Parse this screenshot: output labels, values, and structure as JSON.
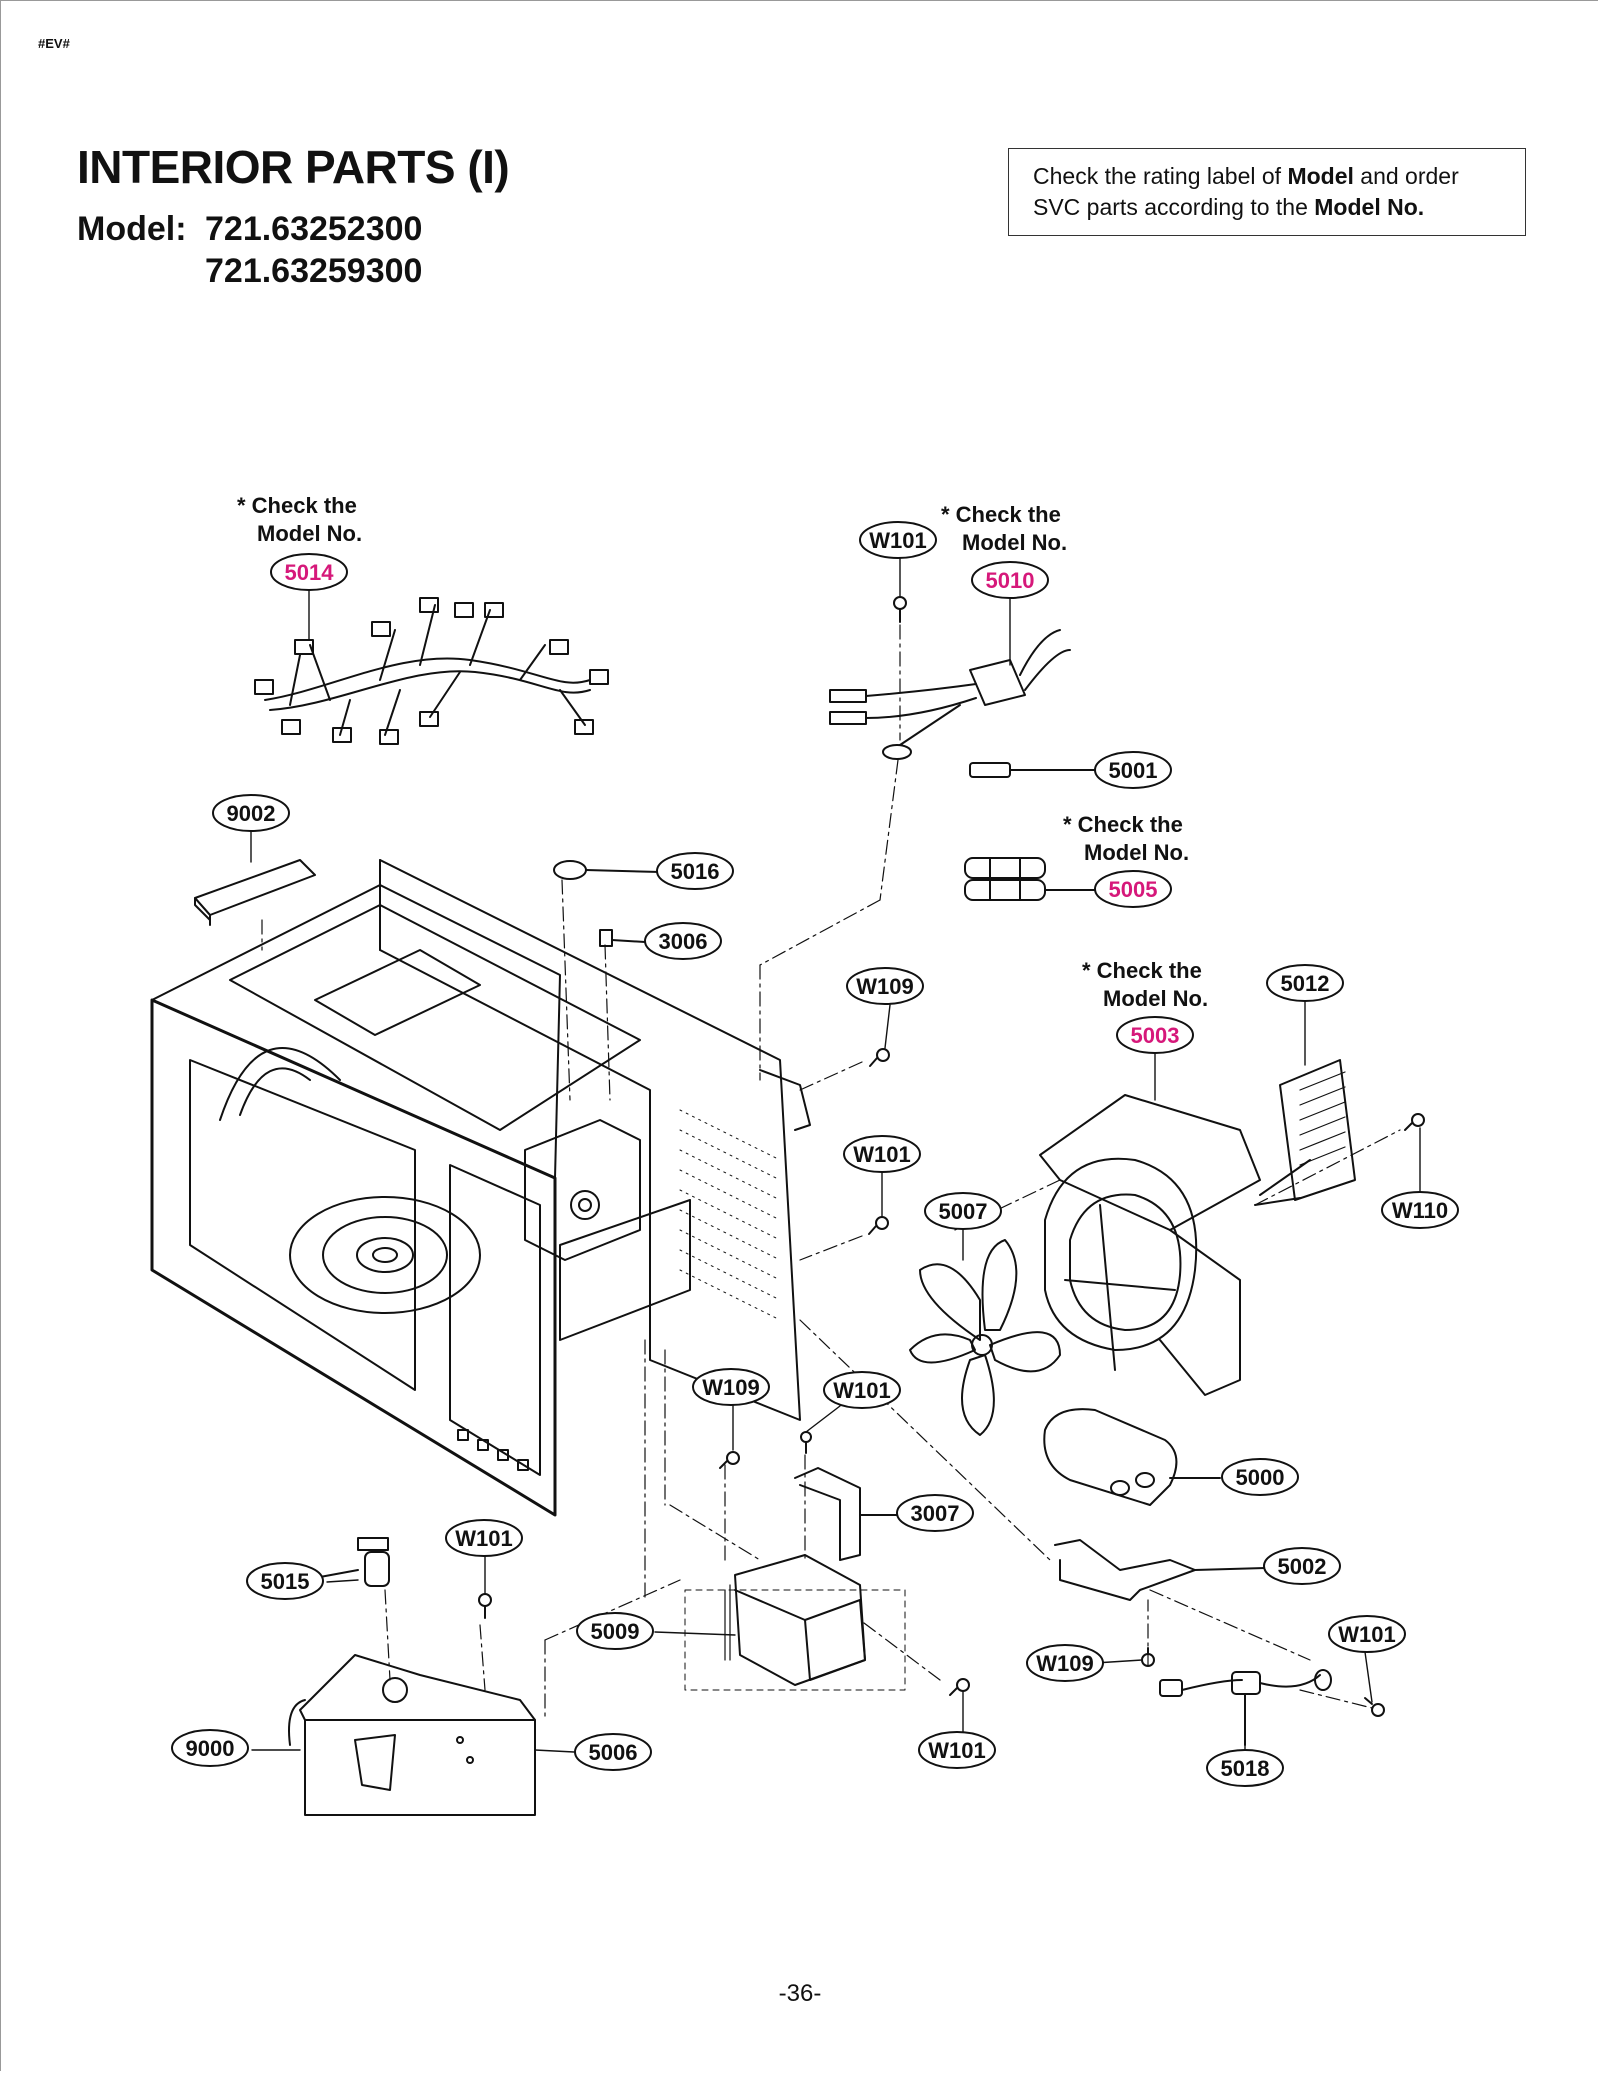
{
  "header": {
    "doc_code": "#EV#",
    "title": "INTERIOR PARTS (I)",
    "model_label": "Model:",
    "models": [
      "721.63252300",
      "721.63259300"
    ]
  },
  "note": {
    "part1": "Check the rating label of ",
    "bold1": "Model",
    "part2": " and order",
    "part3": "SVC parts according to the ",
    "bold2": "Model No."
  },
  "check_note": {
    "line1": "* Check the",
    "line2": "Model No."
  },
  "callouts": [
    {
      "id": "5014",
      "highlight": true
    },
    {
      "id": "W101",
      "highlight": false
    },
    {
      "id": "5010",
      "highlight": true
    },
    {
      "id": "5001",
      "highlight": false
    },
    {
      "id": "9002",
      "highlight": false
    },
    {
      "id": "5016",
      "highlight": false
    },
    {
      "id": "5005",
      "highlight": true
    },
    {
      "id": "3006",
      "highlight": false
    },
    {
      "id": "W109",
      "highlight": false
    },
    {
      "id": "5003",
      "highlight": true
    },
    {
      "id": "5012",
      "highlight": false
    },
    {
      "id": "W101",
      "highlight": false
    },
    {
      "id": "5007",
      "highlight": false
    },
    {
      "id": "W110",
      "highlight": false
    },
    {
      "id": "W109",
      "highlight": false
    },
    {
      "id": "W101",
      "highlight": false
    },
    {
      "id": "5000",
      "highlight": false
    },
    {
      "id": "3007",
      "highlight": false
    },
    {
      "id": "5015",
      "highlight": false
    },
    {
      "id": "W101",
      "highlight": false
    },
    {
      "id": "5002",
      "highlight": false
    },
    {
      "id": "5009",
      "highlight": false
    },
    {
      "id": "W101",
      "highlight": false
    },
    {
      "id": "W109",
      "highlight": false
    },
    {
      "id": "9000",
      "highlight": false
    },
    {
      "id": "5006",
      "highlight": false
    },
    {
      "id": "W101",
      "highlight": false
    },
    {
      "id": "5018",
      "highlight": false
    }
  ],
  "colors": {
    "highlight": "#d6187a",
    "line": "#111111"
  },
  "page_number": "-36-"
}
